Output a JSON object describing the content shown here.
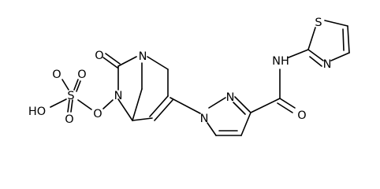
{
  "molecule": {
    "atoms": {
      "o_carbonyl": "O",
      "n_bridge": "N",
      "n_amide": "N",
      "o_link": "O",
      "s_sulfate": "S",
      "o_s_top_left": "O",
      "o_s_top_right": "O",
      "o_s_bottom": "O",
      "hydroxyl": "HO",
      "n_pyrazole_1": "N",
      "n_pyrazole_2": "N",
      "o_amide": "O",
      "nh_amide": "NH",
      "s_thiazole": "S",
      "n_thiazole": "N"
    }
  }
}
